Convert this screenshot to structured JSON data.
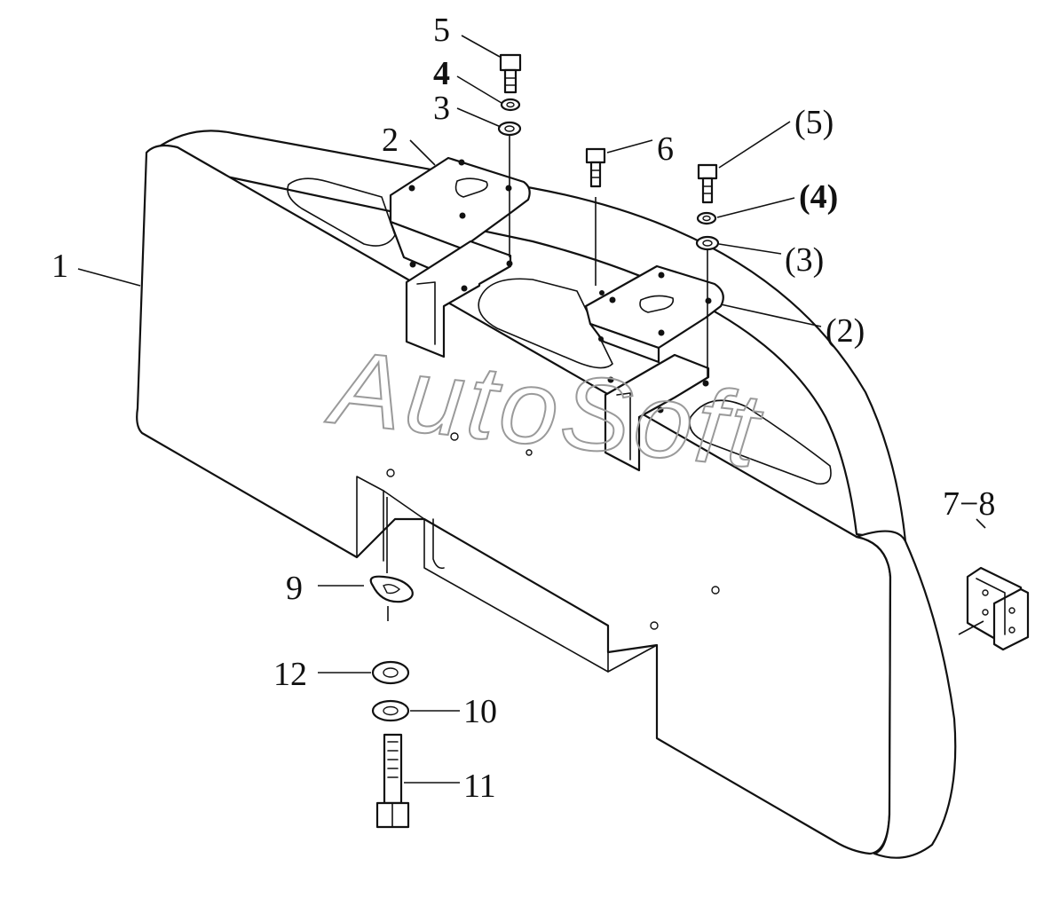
{
  "watermark": "AutoSoft",
  "callouts": {
    "c1": "1",
    "c2": "2",
    "c3": "3",
    "c4": "4",
    "c5": "5",
    "c6": "6",
    "c2p": "(2)",
    "c3p": "(3)",
    "c4p": "(4)",
    "c5p": "(5)",
    "c78": "7−8",
    "c9": "9",
    "c10": "10",
    "c11": "11",
    "c12": "12"
  }
}
